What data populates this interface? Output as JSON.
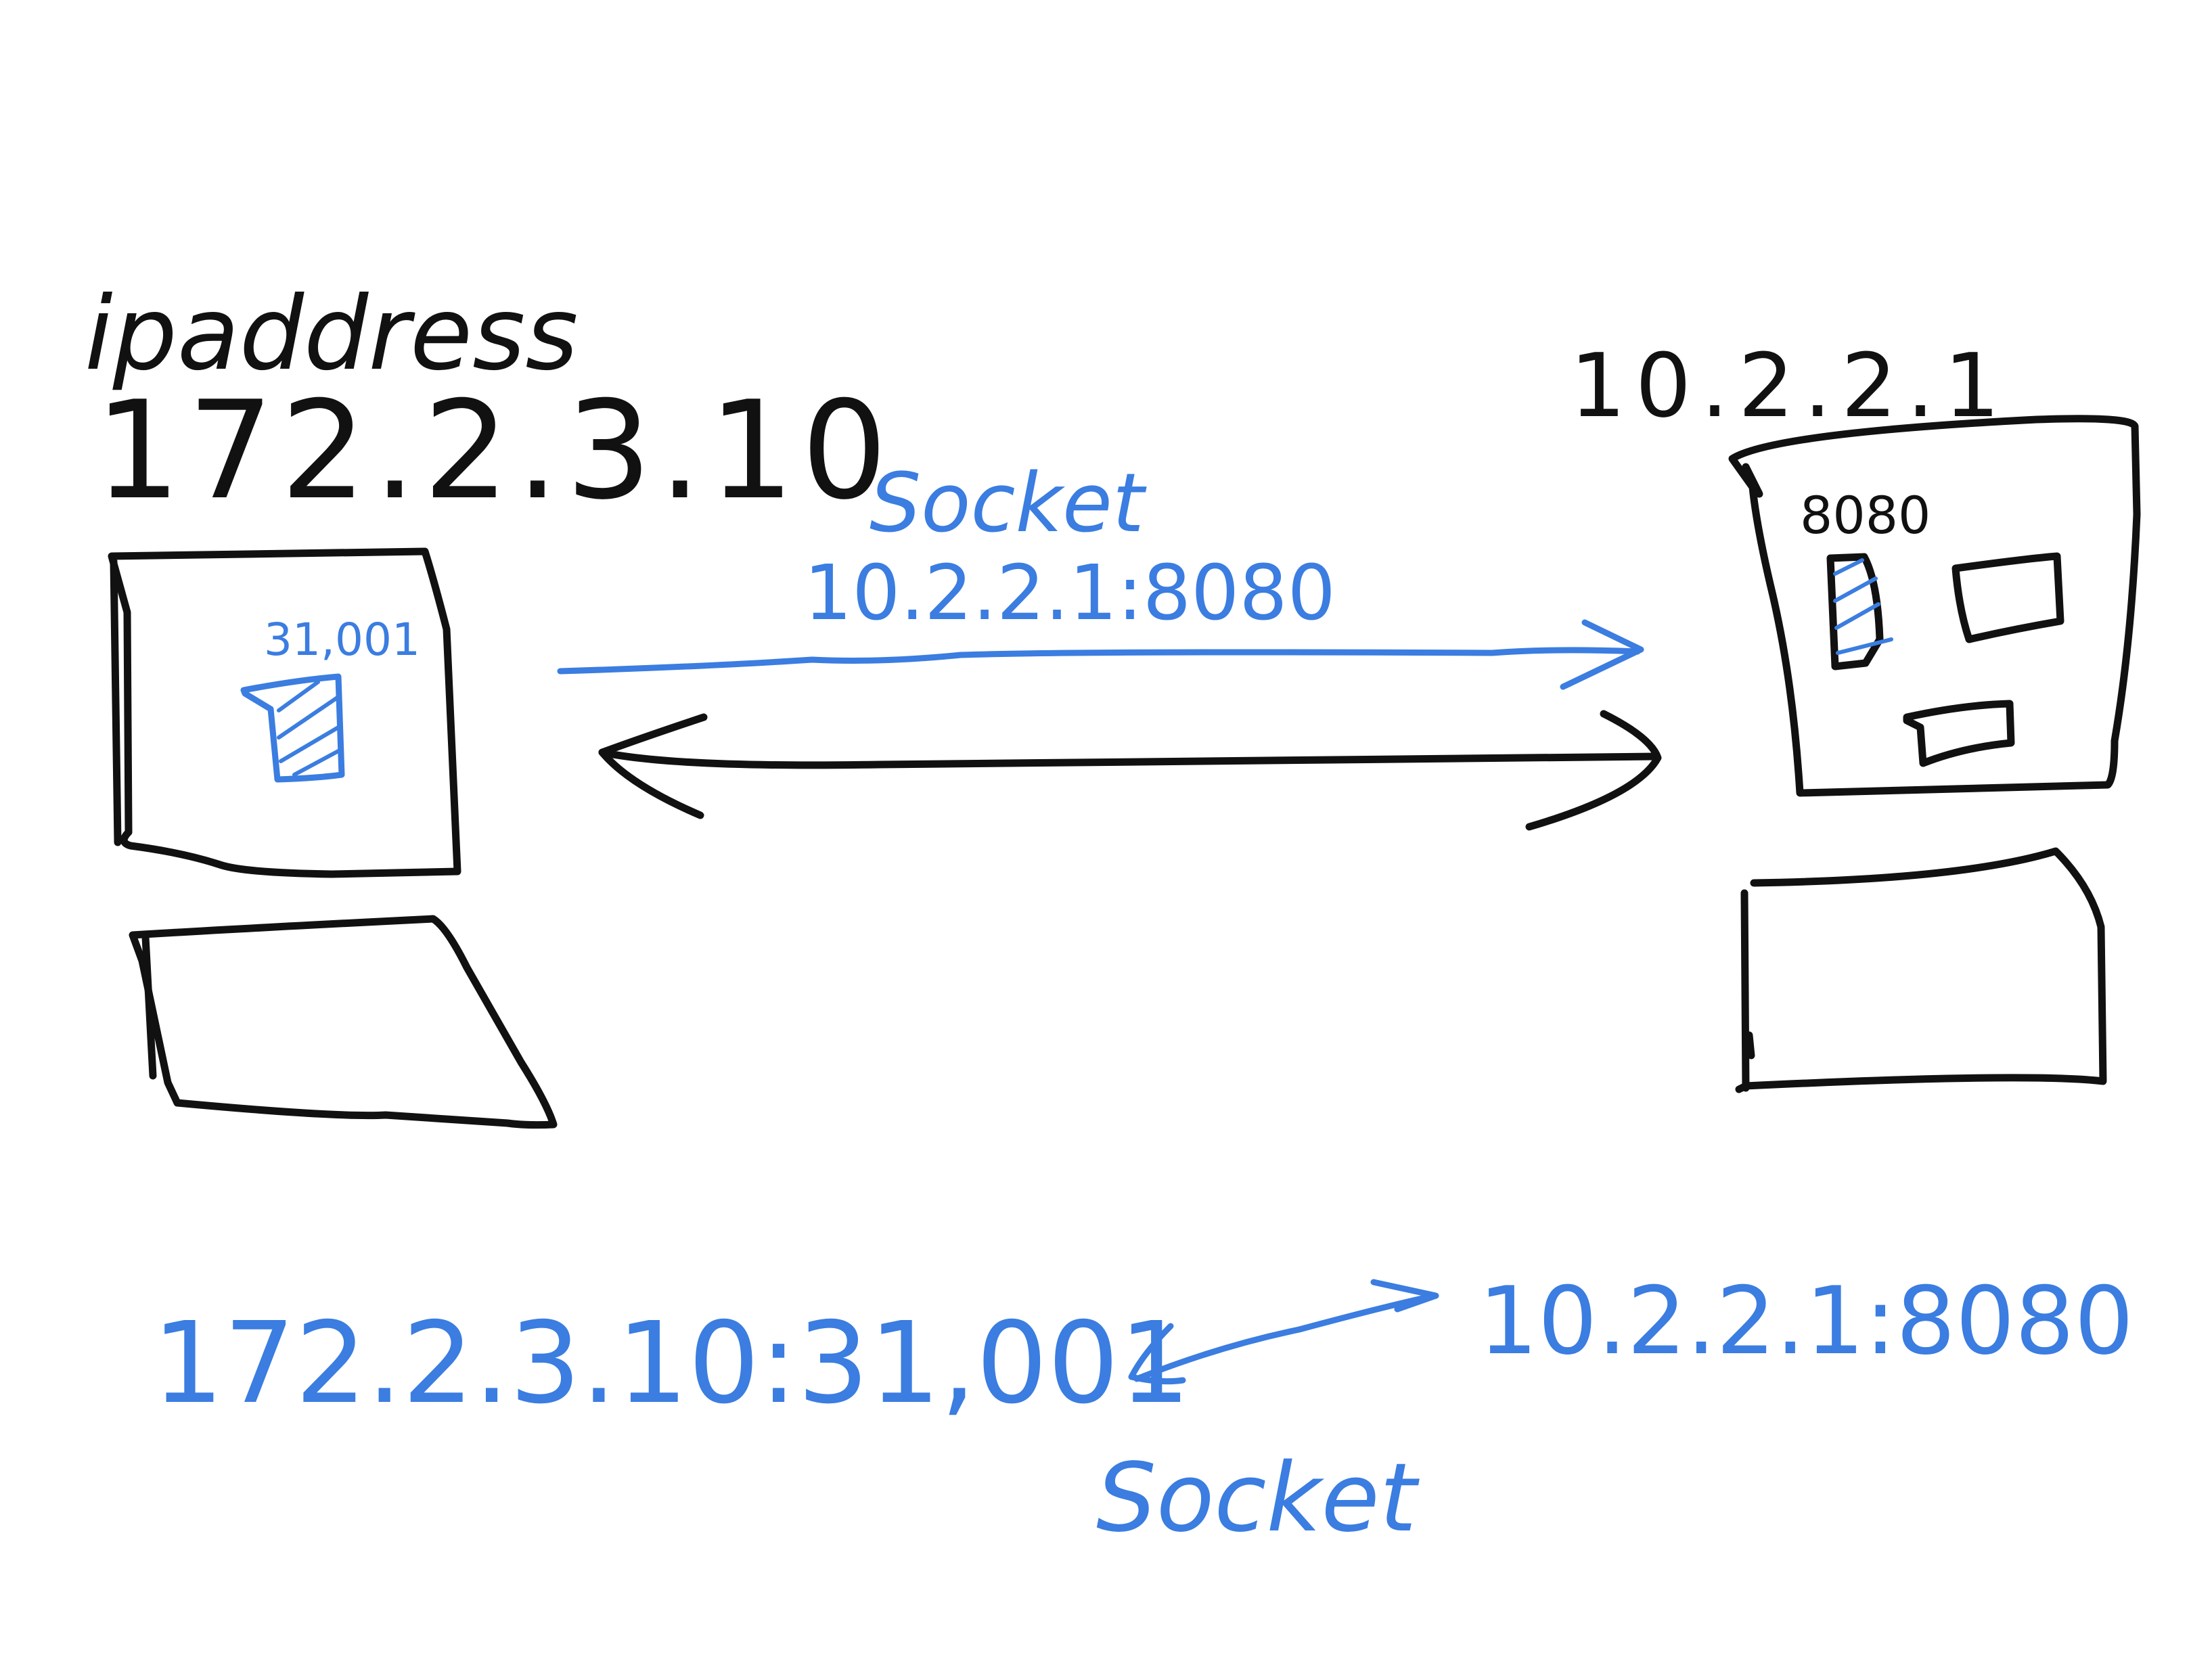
{
  "diagram": {
    "colors": {
      "ink": "#111111",
      "accent": "#3b7de0",
      "background": "#ffffff"
    },
    "client": {
      "heading": "ipaddress",
      "ip": "172.2.3.10",
      "port": "31,001"
    },
    "server": {
      "ip": "10.2.2.1",
      "port": "8080"
    },
    "request_socket": {
      "label": "Socket",
      "address": "10.2.2.1:8080"
    },
    "socket_pair": {
      "client_socket": "172.2.3.10:31,001",
      "server_socket": "10.2.2.1:8080",
      "label": "Socket"
    }
  }
}
